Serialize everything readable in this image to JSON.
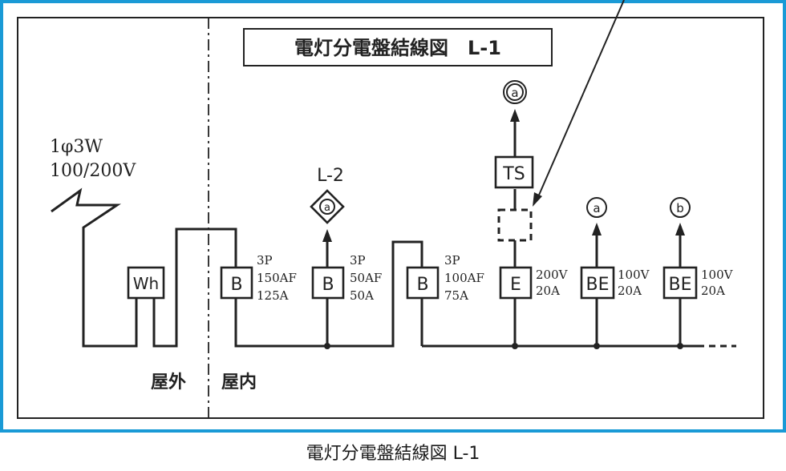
{
  "title": "電灯分電盤結線図　L-1",
  "caption": "電灯分電盤結線図 L-1",
  "supply": {
    "phase": "1φ3W",
    "voltage": "100/200V"
  },
  "zones": {
    "outdoor": "屋外",
    "indoor": "屋内"
  },
  "meter_label": "Wh",
  "main_breaker": {
    "label": "B",
    "spec": [
      "3P",
      "150AF",
      "125A"
    ]
  },
  "branch_l2": {
    "label": "B",
    "spec": [
      "3P",
      "50AF",
      "50A"
    ],
    "destination": "L-2",
    "marker": "a"
  },
  "breaker3": {
    "label": "B",
    "spec": [
      "3P",
      "100AF",
      "75A"
    ]
  },
  "branch_e": {
    "label": "E",
    "spec": [
      "200V",
      "20A"
    ],
    "ts_label": "TS",
    "marker": "a"
  },
  "branch_be1": {
    "label": "BE",
    "spec": [
      "100V",
      "20A"
    ],
    "marker": "a"
  },
  "branch_be2": {
    "label": "BE",
    "spec": [
      "100V",
      "20A"
    ],
    "marker": "b"
  }
}
